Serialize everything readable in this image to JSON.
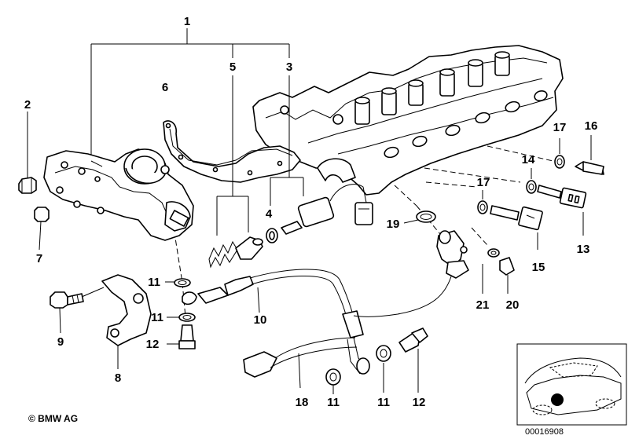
{
  "callouts": {
    "c1": "1",
    "c2": "2",
    "c3": "3",
    "c4": "4",
    "c5": "5",
    "c6": "6",
    "c7": "7",
    "c8": "8",
    "c9": "9",
    "c10": "10",
    "c11a": "11",
    "c11b": "11",
    "c11c": "11",
    "c11d": "11",
    "c12a": "12",
    "c12b": "12",
    "c13": "13",
    "c14": "14",
    "c15": "15",
    "c16": "16",
    "c17a": "17",
    "c17b": "17",
    "c18": "18",
    "c19": "19",
    "c20": "20",
    "c21": "21"
  },
  "footer": {
    "copyright": "© BMW AG",
    "diagram_number": "00016908"
  },
  "colors": {
    "line": "#000000",
    "background": "#ffffff"
  },
  "icons": {
    "thumbnail": "car-location-thumbnail"
  }
}
